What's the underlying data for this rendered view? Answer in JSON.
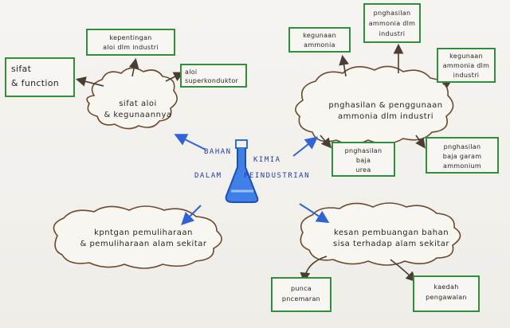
{
  "central": {
    "line1_left": "BAHAN",
    "line1_right": "KIMIA",
    "line2_left": "DALAM",
    "line2_right": "PEINDUSTRIAN"
  },
  "clouds": {
    "sifat": [
      "sifat aloi",
      "& kegunaannya"
    ],
    "ammonia": [
      "pnghasilan & penggunaan",
      "ammonia  dlm  industri"
    ],
    "pemuliharaan": [
      "kpntgan  pemuliharaan",
      "& pemuliharaan  alam  sekitar"
    ],
    "kesan": [
      "kesan  pembuangan  bahan",
      "sisa  terhadap  alam  sekitar"
    ]
  },
  "boxes": {
    "sifat_function": [
      "sifat",
      "& function"
    ],
    "kepentingan": [
      "kepentingan",
      "aloi dlm industri"
    ],
    "aloi_super": [
      "aloi",
      "superkonduktor"
    ],
    "kegunaan_ammonia": [
      "kegunaan",
      "ammonia"
    ],
    "pnghasilan_ammonia": [
      "pnghasilan",
      "ammonia dlm",
      "industri"
    ],
    "kegunaan_ammonia_industri": [
      "kegunaan",
      "ammonia dlm",
      "industri"
    ],
    "baja_urea": [
      "pnghasilan",
      "baja",
      "urea"
    ],
    "baja_garam": [
      "pnghasilan",
      "baja garam",
      "ammonium"
    ],
    "punca": [
      "punca",
      "pncemaran"
    ],
    "kaedah": [
      "kaedah",
      "pengawalan"
    ]
  },
  "colors": {
    "box_border": "#2f8f3b",
    "cloud_outline": "#6b4a2e",
    "arrow_blue": "#2f64d6",
    "flask_blue": "#2d6fe0"
  }
}
